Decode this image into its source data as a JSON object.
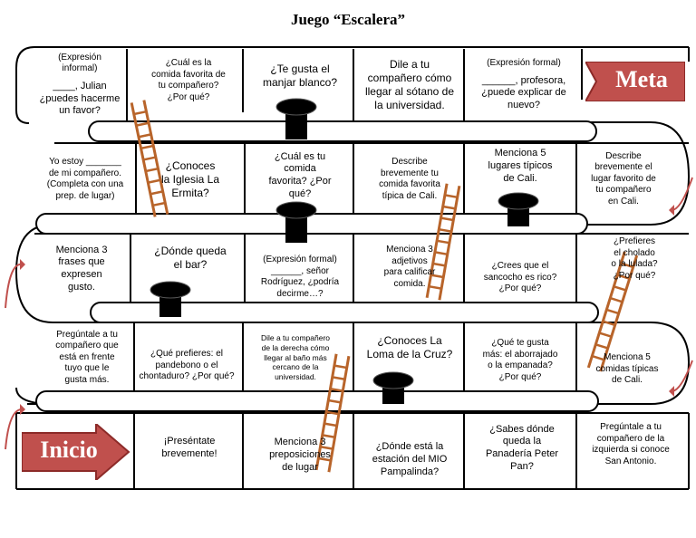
{
  "title": "Juego “Escalera”",
  "labels": {
    "meta": "Meta",
    "inicio": "Inicio"
  },
  "colors": {
    "badge": "#c0504d",
    "badge_text": "#ffffff",
    "ladder": "#b8642a",
    "hole": "#000000",
    "arrow": "#c0504d"
  },
  "row1": [
    {
      "lines": [
        "(Expresión",
        "informal)",
        "",
        "____, Julian",
        "¿puedes hacerme",
        "un favor?"
      ]
    },
    {
      "lines": [
        "¿Cuál es la",
        "comida favorita de",
        "tu compañero?",
        "¿Por qué?"
      ]
    },
    {
      "lines": [
        "¿Te gusta el",
        "manjar blanco?"
      ]
    },
    {
      "lines": [
        "Dile a tu",
        "compañero cómo",
        "llegar al sótano de",
        "la universidad."
      ]
    },
    {
      "lines": [
        "(Expresión formal)",
        "",
        "______, profesora,",
        "¿puede explicar de",
        "nuevo?"
      ]
    }
  ],
  "row2": [
    {
      "lines": [
        "Describe",
        "brevemente el",
        "lugar favorito de",
        "tu compañero",
        "en Cali."
      ]
    },
    {
      "lines": [
        "Menciona 5",
        "lugares típicos",
        "de Cali."
      ]
    },
    {
      "lines": [
        "Describe",
        "brevemente tu",
        "comida favorita",
        "típica de Cali."
      ]
    },
    {
      "lines": [
        "¿Cuál es tu",
        "comida",
        "favorita? ¿Por",
        "qué?"
      ]
    },
    {
      "lines": [
        "¿Conoces",
        "la Iglesia La",
        "Ermita?"
      ]
    },
    {
      "lines": [
        "Yo estoy _______",
        "de mi compañero.",
        "(Completa con una",
        "prep. de lugar)"
      ]
    }
  ],
  "row3": [
    {
      "lines": [
        "Menciona 3",
        "frases que",
        "expresen",
        "gusto."
      ]
    },
    {
      "lines": [
        "¿Dónde queda",
        "el bar?"
      ]
    },
    {
      "lines": [
        "(Expresión formal)",
        "______, señor",
        "Rodríguez, ¿podría",
        "decirme…?"
      ]
    },
    {
      "lines": [
        "Menciona 3",
        "adjetivos",
        "para calificar",
        "comida."
      ]
    },
    {
      "lines": [
        "¿Crees que el",
        "sancocho es rico?",
        "¿Por qué?"
      ]
    },
    {
      "lines": [
        "¿Prefieres",
        "el cholado",
        "o la lulada?",
        "¿Por qué?"
      ]
    }
  ],
  "row4": [
    {
      "lines": [
        "Menciona 5",
        "comidas típicas",
        "de Cali."
      ]
    },
    {
      "lines": [
        "¿Qué te gusta",
        "más: el aborrajado",
        "o la empanada?",
        "¿Por qué?"
      ]
    },
    {
      "lines": [
        "¿Conoces La",
        "Loma de la Cruz?"
      ]
    },
    {
      "lines": [
        "Dile a tu compañero",
        "de la derecha cómo",
        "llegar al baño más",
        "cercano de la",
        "universidad."
      ]
    },
    {
      "lines": [
        "¿Qué prefieres: el",
        "pandebono o el",
        "chontaduro? ¿Por qué?"
      ]
    },
    {
      "lines": [
        "Pregúntale a tu",
        "compañero que",
        "está en frente",
        "tuyo que le",
        "gusta más."
      ]
    }
  ],
  "row5": [
    {
      "lines": [
        "¡Preséntate",
        "brevemente!"
      ]
    },
    {
      "lines": [
        "Menciona 3",
        "preposiciones",
        "de lugar"
      ]
    },
    {
      "lines": [
        "¿Dónde está la",
        "estación del MIO",
        "Pampalinda?"
      ]
    },
    {
      "lines": [
        "¿Sabes dónde",
        "queda la",
        "Panadería Peter",
        "Pan?"
      ]
    },
    {
      "lines": [
        "Pregúntale a tu",
        "compañero de la",
        "izquierda si conoce",
        "San Antonio."
      ]
    }
  ]
}
